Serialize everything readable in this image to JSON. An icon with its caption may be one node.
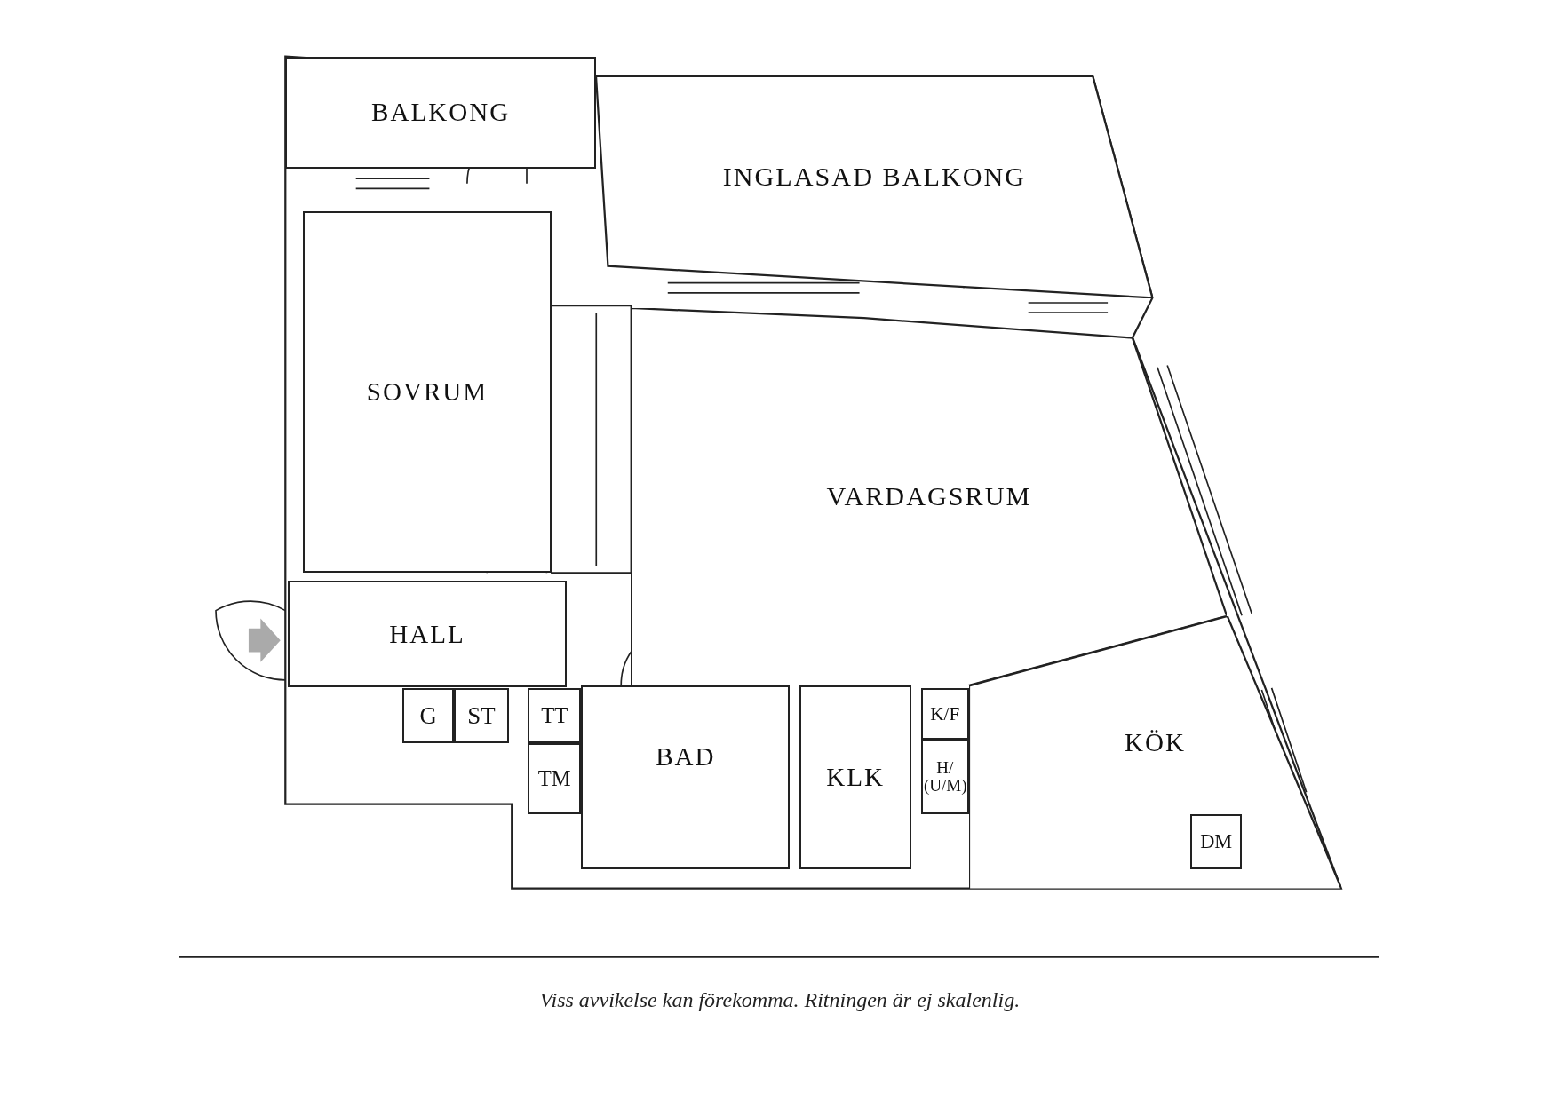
{
  "diagram": {
    "caption": "Viss avvikelse kan förekomma. Ritningen är ej skalenlig.",
    "nodes": [
      {
        "text": [
          "BALKONG"
        ]
      },
      {
        "text": [
          "INGLASAD BALKONG"
        ]
      },
      {
        "text": [
          "SOVRUM"
        ]
      },
      {
        "text": [
          "VARDAGSRUM"
        ]
      },
      {
        "text": [
          "HALL"
        ]
      },
      {
        "text": [
          "G"
        ]
      },
      {
        "text": [
          "ST"
        ]
      },
      {
        "text": [
          "TT"
        ]
      },
      {
        "text": [
          "TM"
        ]
      },
      {
        "text": [
          "BAD"
        ]
      },
      {
        "text": [
          "KLK"
        ]
      },
      {
        "text": [
          "KÖK"
        ]
      },
      {
        "text": [
          "K/F"
        ]
      },
      {
        "text": [
          "H/ (U/M)"
        ]
      },
      {
        "text": [
          "DM"
        ],
        "in": 11
      }
    ],
    "edges": []
  }
}
